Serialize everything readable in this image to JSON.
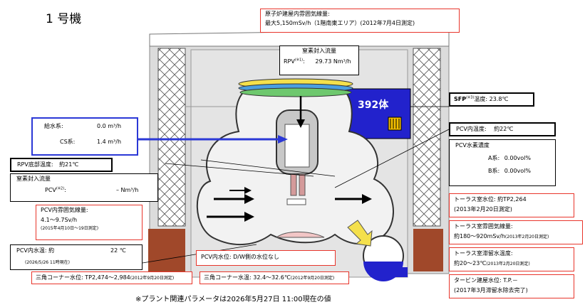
{
  "unit_title": "1 号機",
  "reactor_building_atmosphere": {
    "title": "原子炉建屋内雰囲気線量:",
    "value": "最大5,150mSv/h（1階南東エリア）(2012年7月4日測定)"
  },
  "nitrogen_top": {
    "title": "窒素封入流量",
    "label": "RPV",
    "note": "(※1)",
    "colon": ":",
    "value": "29.73  Nm³/h"
  },
  "fuel_count": "392体",
  "sfp": {
    "label": "SFP",
    "note": "(※3)",
    "text": "温度:  23.8℃"
  },
  "pcv_temp": {
    "label": "PCV内温度:",
    "value": "約22℃"
  },
  "pcv_hydrogen": {
    "title": "PCV水素濃度",
    "a_label": "A系:",
    "a_value": "0.00vol%",
    "b_label": "B系:",
    "b_value": "0.00vol%"
  },
  "water_supply": {
    "label": "給水系:",
    "value": "0.0  m³/h",
    "cs_label": "CS系:",
    "cs_value": "1.4  m³/h"
  },
  "rpv_bottom": {
    "label": "RPV底部温度:",
    "value": "約21℃"
  },
  "nitrogen_pcv": {
    "title": "窒素封入流量",
    "label": "PCV",
    "note": "(※2)",
    "colon": ":",
    "value": "–  Nm³/h"
  },
  "pcv_atmosphere": {
    "title": "PCV内雰囲気線量:",
    "value": "4.1～9.7Sv/h",
    "date": "(2015年4月10日～19日測定)"
  },
  "pcv_water_temp": {
    "label": "PCV内水温: 約",
    "value": "22  ℃",
    "date": "(2026/5/26 11時現在)"
  },
  "pcv_water_level": "PCV内水位: D/W側の水位なし",
  "corner_level": {
    "text": "三角コーナー水位: TP2,474～2,984",
    "date": "(2012年9月20日測定)"
  },
  "corner_temp": {
    "text": "三角コーナー水温: 32.4～32.6℃",
    "date": "(2012年9月20日測定)"
  },
  "torus_level": {
    "title": "トーラス室水位: 約TP2,264",
    "date": "(2013年2月20日測定)"
  },
  "torus_atmosphere": {
    "title": "トーラス室雰囲気線量:",
    "value": "約180～920mSv/h",
    "date": "(2013年2月20日測定)"
  },
  "torus_water_temp": {
    "title": "トーラス室滞留水温度:",
    "value": "約20～23℃",
    "date": "(2013年2月20日測定)"
  },
  "turbine_level": {
    "title": "タービン建屋水位: T.P.－",
    "date": "(2017年3月滞留水除去完了)"
  },
  "footer": "※プラント関連パラメータは2026年5月27日 11:00現在の値",
  "colors": {
    "red_border": "#e8352b",
    "blue": "#2b38d6",
    "brick": "#a0482a",
    "pool_blue": "#2222cc"
  }
}
